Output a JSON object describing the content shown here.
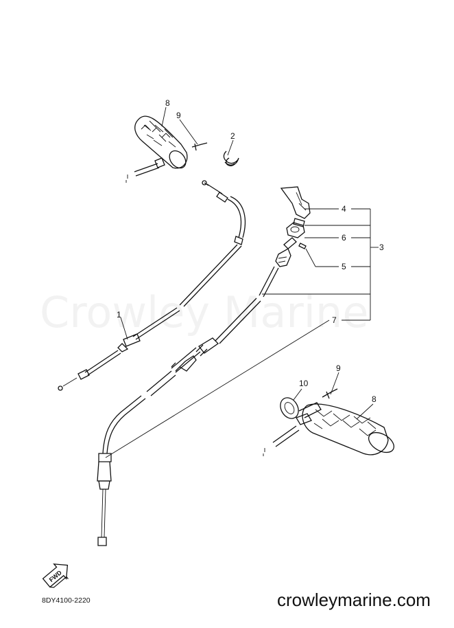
{
  "diagram": {
    "callouts": {
      "c1": "1",
      "c2": "2",
      "c3": "3",
      "c4": "4",
      "c5": "5",
      "c6": "6",
      "c7": "7",
      "c8_top": "8",
      "c9_top": "9",
      "c8_bottom": "8",
      "c9_bottom": "9",
      "c10": "10"
    },
    "fwd_label": "FWD",
    "drawing_code": "8DY4100-2220"
  },
  "watermark": "Crowley Marine",
  "site": "crowleymarine.com"
}
